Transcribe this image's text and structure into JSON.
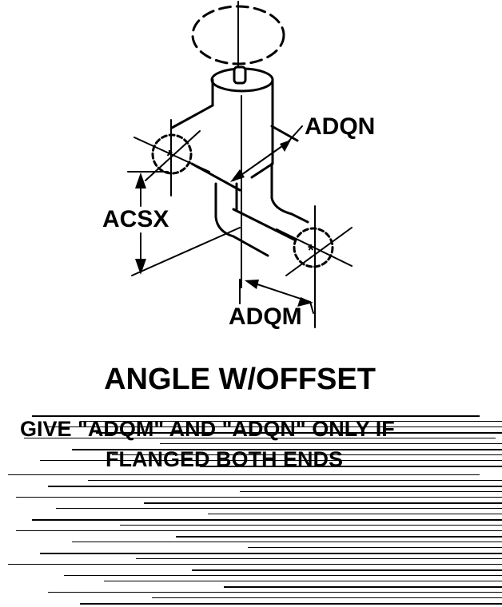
{
  "labels": {
    "adqn": "ADQN",
    "acsx": "ACSX",
    "adqm": "ADQM"
  },
  "title": "ANGLE W/OFFSET",
  "note": {
    "line1": "GIVE \"ADQM\" AND \"ADQN\" ONLY IF",
    "line2": "FLANGED BOTH ENDS"
  },
  "colors": {
    "ink": "#000000",
    "paper": "#ffffff"
  }
}
